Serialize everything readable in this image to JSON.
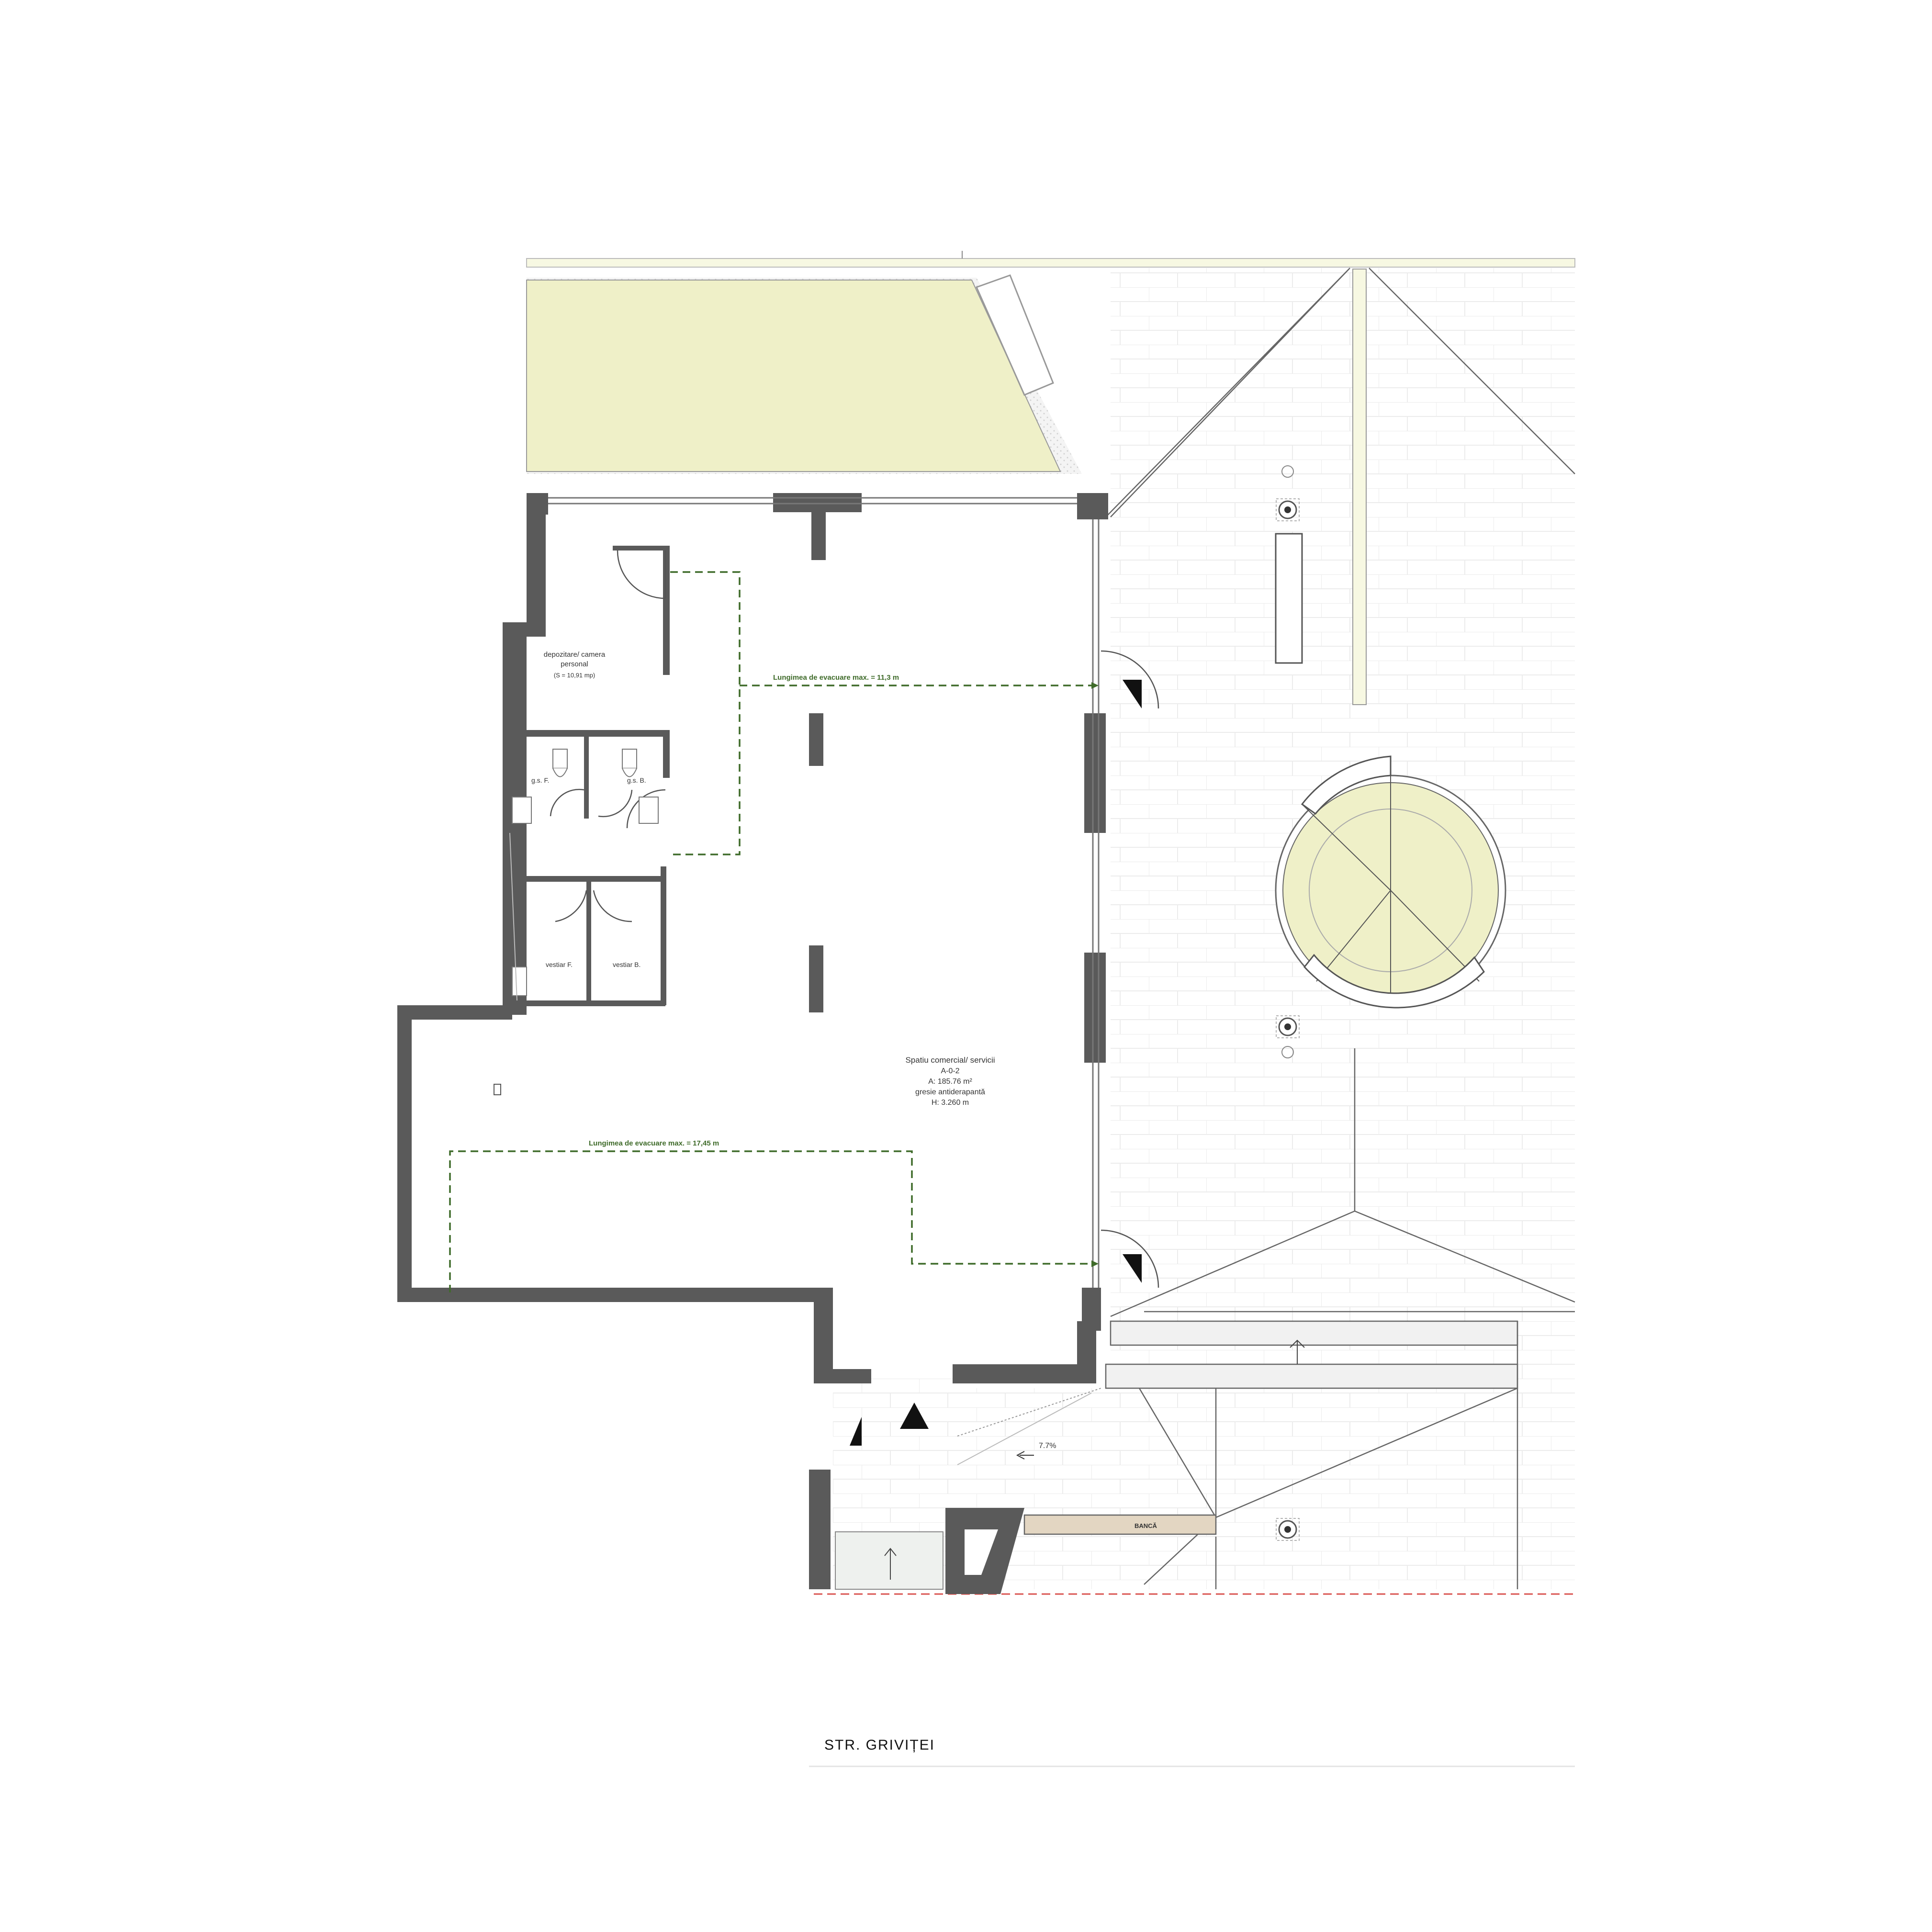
{
  "rooms": {
    "storage": {
      "name_line1": "depozitare/ camera",
      "name_line2": "personal",
      "area": "(S = 10,91 mp)"
    },
    "wc_f": "g.s. F.",
    "wc_b": "g.s. B.",
    "locker_f": "vestiar F.",
    "locker_b": "vestiar B.",
    "main": {
      "name": "Spatiu comercial/ servicii",
      "code": "A-0-2",
      "area": "A: 185.76 m²",
      "finish": "gresie antiderapantă",
      "height": "H: 3.260 m"
    }
  },
  "evacuation": {
    "route_1": "Lungimea de evacuare max. = 11,3 m",
    "route_2": "Lungimea de evacuare max. = 17,45 m"
  },
  "site": {
    "ramp_slope": "7.7%",
    "bench": "BANCĂ",
    "street": "STR. GRIVIȚEI"
  },
  "colors": {
    "wall": "#5a5a5a",
    "lawn": "#eff0c8",
    "paving_line": "#e6e6e6",
    "evac_route": "#3f6b2a",
    "property_line": "#d9534f",
    "bench": "#e3d6c2"
  }
}
